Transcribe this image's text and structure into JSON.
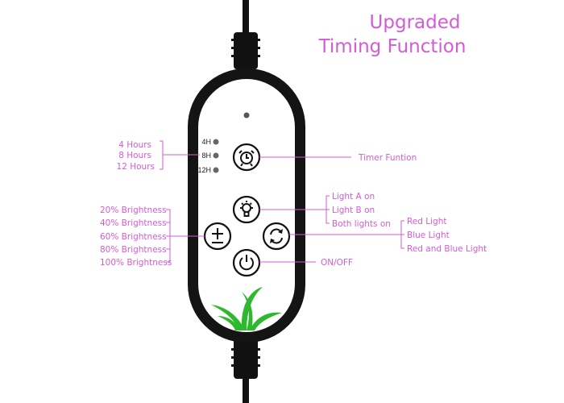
{
  "title": {
    "line1": "Upgraded",
    "line2": "Timing Function"
  },
  "leds": [
    "4H",
    "8H",
    "12H"
  ],
  "timer_options": [
    "4 Hours",
    "8 Hours",
    "12 Hours"
  ],
  "timer_label": "Timer Funtion",
  "brightness_options": [
    "20% Brightness",
    "40% Brightness",
    "60% Brightness",
    "80% Brightness",
    "100% Brightness"
  ],
  "light_options": [
    "Light A on",
    "Light B on",
    "Both lights on"
  ],
  "color_options": [
    "Red Light",
    "Blue Light",
    "Red and Blue Light"
  ],
  "power_label": "ON/OFF",
  "colors": {
    "label": "#d45bd6",
    "body": "#111111",
    "grass": "#2eb82e"
  }
}
